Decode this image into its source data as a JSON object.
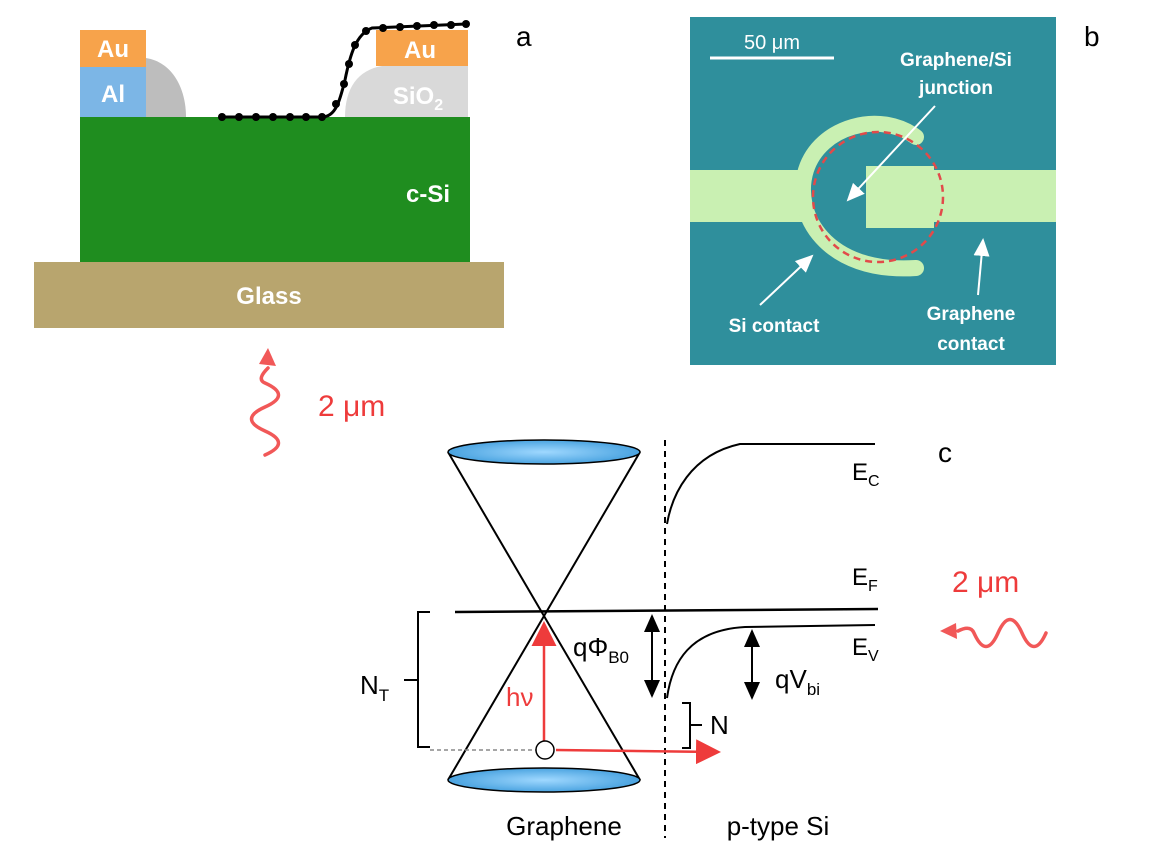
{
  "panel_a": {
    "label": "a",
    "au_left": "Au",
    "al": "Al",
    "au_right": "Au",
    "sio2_base": "SiO",
    "sio2_sub": "2",
    "csi": "c-Si",
    "glass": "Glass",
    "illumination": "2 μm",
    "colors": {
      "au": "#f7a34b",
      "al": "#7cb6e6",
      "grey": "#bdbdbd",
      "csi": "#1f8d1f",
      "glass": "#b8a56e",
      "wave": "#ee3b3b"
    }
  },
  "panel_b": {
    "label": "b",
    "scale_bar": "50 μm",
    "junction_line1": "Graphene/Si",
    "junction_line2": "junction",
    "si_contact": "Si contact",
    "graphene_contact_line1": "Graphene",
    "graphene_contact_line2": "contact",
    "colors": {
      "background": "#2f8f9c",
      "contact": "#c9f0b2",
      "ring": "#e24a4a"
    }
  },
  "panel_c": {
    "label": "c",
    "ec_base": "E",
    "ec_sub": "C",
    "ef_base": "E",
    "ef_sub": "F",
    "ev_base": "E",
    "ev_sub": "V",
    "illumination": "2 μm",
    "phi_base": "qΦ",
    "phi_sub": "B0",
    "vbi_base": "qV",
    "vbi_sub": "bi",
    "nt_base": "N",
    "nt_sub": "T",
    "n": "N",
    "hv": "hν",
    "graphene": "Graphene",
    "psi": "p-type Si",
    "colors": {
      "cone_fill": "#5ab0e8",
      "arrow": "#ee3b3b"
    }
  }
}
